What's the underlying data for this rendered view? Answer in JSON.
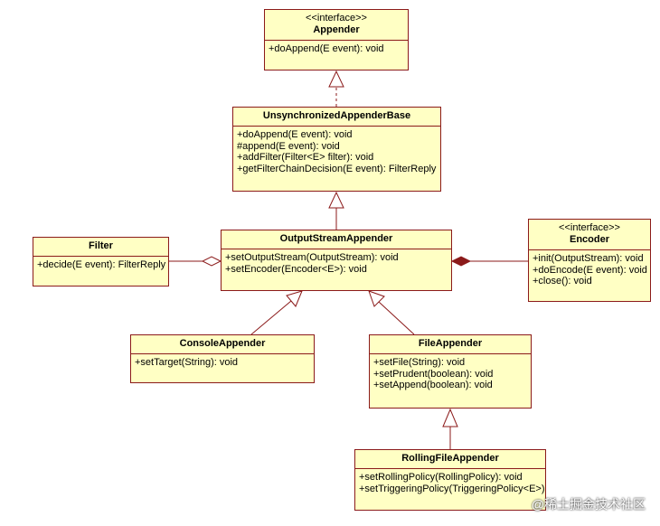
{
  "classes": {
    "appender": {
      "stereotype": "<<interface>>",
      "name": "Appender",
      "ops": [
        "+doAppend(E event): void"
      ]
    },
    "base": {
      "name": "UnsynchronizedAppenderBase",
      "ops": [
        "+doAppend(E event): void",
        "#append(E event): void",
        "+addFilter(Filter<E> filter): void",
        "+getFilterChainDecision(E event): FilterReply"
      ]
    },
    "filter": {
      "name": "Filter",
      "ops": [
        "+decide(E event): FilterReply"
      ]
    },
    "osa": {
      "name": "OutputStreamAppender",
      "ops": [
        "+setOutputStream(OutputStream): void",
        "+setEncoder(Encoder<E>): void"
      ]
    },
    "encoder": {
      "stereotype": "<<interface>>",
      "name": "Encoder",
      "ops": [
        "+init(OutputStream): void",
        "+doEncode(E event): void",
        "+close(): void"
      ]
    },
    "console": {
      "name": "ConsoleAppender",
      "ops": [
        "+setTarget(String): void"
      ]
    },
    "file": {
      "name": "FileAppender",
      "ops": [
        "+setFile(String): void",
        "+setPrudent(boolean): void",
        "+setAppend(boolean): void"
      ]
    },
    "rolling": {
      "name": "RollingFileAppender",
      "ops": [
        "+setRollingPolicy(RollingPolicy): void",
        "+setTriggeringPolicy(TriggeringPolicy<E>)"
      ]
    }
  },
  "watermark": "@稀土掘金技术社区",
  "colors": {
    "fill": "#ffffc4",
    "border": "#8b1a1a"
  }
}
